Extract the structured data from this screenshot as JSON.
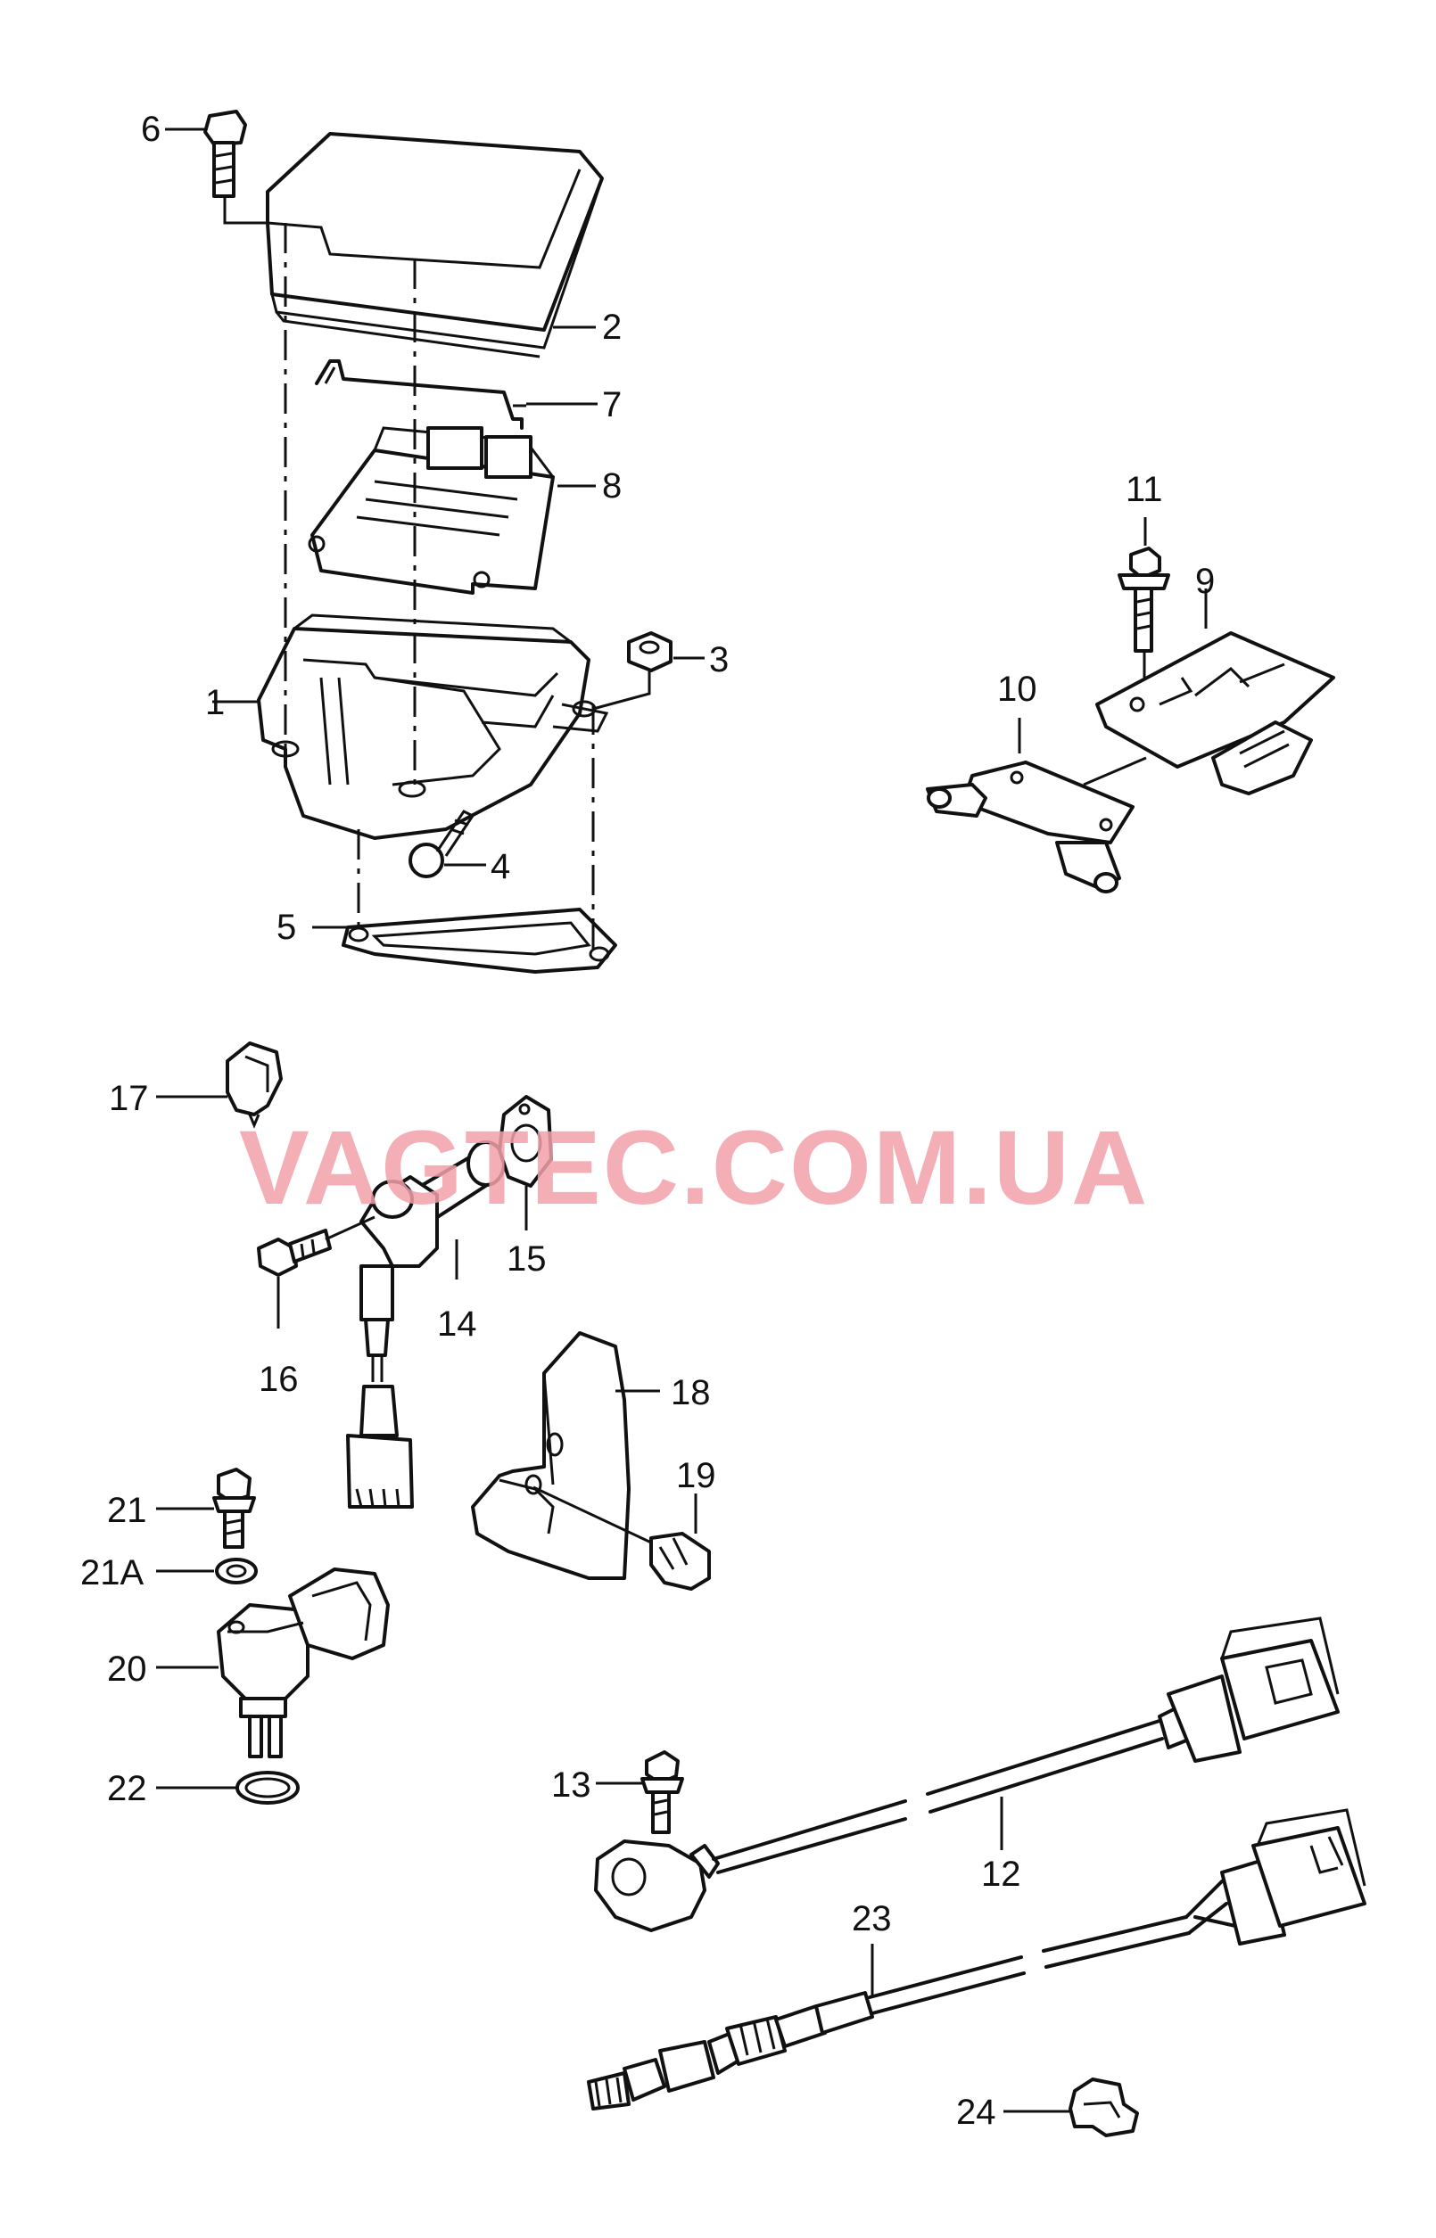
{
  "watermark": "VAGTEC.COM.UA",
  "callouts": {
    "c1": "1",
    "c2": "2",
    "c3": "3",
    "c4": "4",
    "c5": "5",
    "c6": "6",
    "c7": "7",
    "c8": "8",
    "c9": "9",
    "c10": "10",
    "c11": "11",
    "c12": "12",
    "c13": "13",
    "c14": "14",
    "c15": "15",
    "c16": "16",
    "c17": "17",
    "c18": "18",
    "c19": "19",
    "c20": "20",
    "c21": "21",
    "c21a": "21A",
    "c22": "22",
    "c23": "23",
    "c24": "24"
  }
}
